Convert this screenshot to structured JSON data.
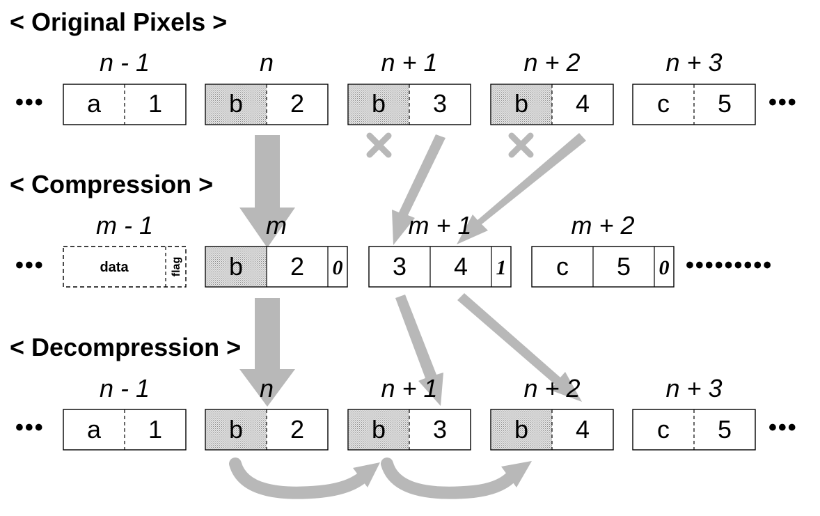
{
  "sections": {
    "original": "< Original Pixels >",
    "compression": "< Compression >",
    "decompression": "< Decompression >"
  },
  "ellipsis": "•••",
  "long_ellipsis": "•••••••••",
  "original": {
    "indices": [
      "n - 1",
      "n",
      "n + 1",
      "n + 2",
      "n + 3"
    ],
    "pixels": [
      {
        "left": "a",
        "right": "1",
        "shaded": false
      },
      {
        "left": "b",
        "right": "2",
        "shaded": true
      },
      {
        "left": "b",
        "right": "3",
        "shaded": true
      },
      {
        "left": "b",
        "right": "4",
        "shaded": true
      },
      {
        "left": "c",
        "right": "5",
        "shaded": false
      }
    ]
  },
  "compression": {
    "indices": [
      "m - 1",
      "m",
      "m + 1",
      "m + 2"
    ],
    "placeholder": {
      "data": "data",
      "flag": "flag"
    },
    "blocks": [
      {
        "left": "b",
        "right": "2",
        "flag": "0",
        "shaded": true
      },
      {
        "left": "3",
        "right": "4",
        "flag": "1",
        "shaded": false
      },
      {
        "left": "c",
        "right": "5",
        "flag": "0",
        "shaded": false
      }
    ]
  },
  "decompression": {
    "indices": [
      "n - 1",
      "n",
      "n + 1",
      "n + 2",
      "n + 3"
    ],
    "pixels": [
      {
        "left": "a",
        "right": "1",
        "shaded": false
      },
      {
        "left": "b",
        "right": "2",
        "shaded": true
      },
      {
        "left": "b",
        "right": "3",
        "shaded": true
      },
      {
        "left": "b",
        "right": "4",
        "shaded": true
      },
      {
        "left": "c",
        "right": "5",
        "shaded": false
      }
    ]
  },
  "colors": {
    "arrow": "#b8b8b8",
    "shade": "#bdbdbd"
  }
}
